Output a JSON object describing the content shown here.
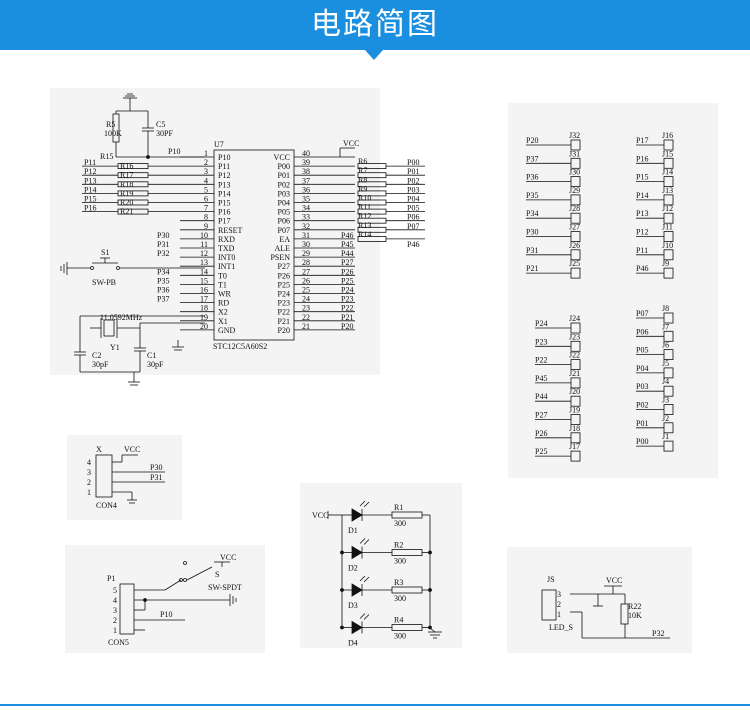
{
  "title": "电路简图",
  "colors": {
    "accent": "#1a8fe0",
    "panel": "#f4f4f4",
    "ink": "#111111"
  },
  "mcu": {
    "ref": "U7",
    "part": "STC12C5A60S2",
    "left_pins": [
      {
        "num": "1",
        "name": "P10",
        "net": "P10"
      },
      {
        "num": "2",
        "name": "P11",
        "net": "P11"
      },
      {
        "num": "3",
        "name": "P12",
        "net": "P12"
      },
      {
        "num": "4",
        "name": "P13",
        "net": "P13"
      },
      {
        "num": "5",
        "name": "P14",
        "net": "P14"
      },
      {
        "num": "6",
        "name": "P15",
        "net": "P15"
      },
      {
        "num": "7",
        "name": "P16",
        "net": "P16"
      },
      {
        "num": "8",
        "name": "P17",
        "net": "P17"
      },
      {
        "num": "9",
        "name": "RESET",
        "net": ""
      },
      {
        "num": "10",
        "name": "RXD",
        "net": "P30"
      },
      {
        "num": "11",
        "name": "TXD",
        "net": "P31"
      },
      {
        "num": "12",
        "name": "INT0",
        "net": "P32"
      },
      {
        "num": "13",
        "name": "INT1",
        "net": ""
      },
      {
        "num": "14",
        "name": "T0",
        "net": "P34"
      },
      {
        "num": "15",
        "name": "T1",
        "net": "P35"
      },
      {
        "num": "16",
        "name": "WR",
        "net": "P36"
      },
      {
        "num": "17",
        "name": "RD",
        "net": "P37"
      },
      {
        "num": "18",
        "name": "X2",
        "net": ""
      },
      {
        "num": "19",
        "name": "X1",
        "net": ""
      },
      {
        "num": "20",
        "name": "GND",
        "net": ""
      }
    ],
    "right_pins": [
      {
        "num": "40",
        "name": "VCC",
        "net": "VCC"
      },
      {
        "num": "39",
        "name": "P00",
        "net": "P00"
      },
      {
        "num": "38",
        "name": "P01",
        "net": "P01"
      },
      {
        "num": "37",
        "name": "P02",
        "net": "P02"
      },
      {
        "num": "36",
        "name": "P03",
        "net": "P03"
      },
      {
        "num": "35",
        "name": "P04",
        "net": "P04"
      },
      {
        "num": "34",
        "name": "P05",
        "net": "P05"
      },
      {
        "num": "33",
        "name": "P06",
        "net": "P06"
      },
      {
        "num": "32",
        "name": "P07",
        "net": "P07"
      },
      {
        "num": "31",
        "name": "EA",
        "net": "P46"
      },
      {
        "num": "30",
        "name": "ALE",
        "net": "P45"
      },
      {
        "num": "29",
        "name": "PSEN",
        "net": "P44"
      },
      {
        "num": "28",
        "name": "P27",
        "net": "P27"
      },
      {
        "num": "27",
        "name": "P26",
        "net": "P26"
      },
      {
        "num": "26",
        "name": "P25",
        "net": "P25"
      },
      {
        "num": "25",
        "name": "P24",
        "net": "P24"
      },
      {
        "num": "24",
        "name": "P23",
        "net": "P23"
      },
      {
        "num": "23",
        "name": "P22",
        "net": "P22"
      },
      {
        "num": "22",
        "name": "P21",
        "net": "P21"
      },
      {
        "num": "21",
        "name": "P20",
        "net": "P20"
      }
    ],
    "right_resistors": [
      "R6",
      "R7",
      "R8",
      "R9",
      "R10",
      "R11",
      "R12",
      "R13",
      "R14"
    ],
    "left_resistors": [
      "R15",
      "R16",
      "R17",
      "R18",
      "R19",
      "R20",
      "R21"
    ],
    "r15_label": "R15",
    "reset": {
      "r5": "R5",
      "r5_value": "100K",
      "c5": "C5",
      "c5_value": "30PF"
    },
    "button": {
      "ref": "S1",
      "name": "SW-PB"
    },
    "crystal": {
      "freq": "11.0592MHz",
      "ref": "Y1",
      "c2": "C2",
      "c2_value": "30pF",
      "c1": "C1",
      "c1_value": "30pF"
    }
  },
  "header_left": [
    {
      "net": "P20",
      "ref": "J32"
    },
    {
      "net": "P37",
      "ref": "J31"
    },
    {
      "net": "P36",
      "ref": "J30"
    },
    {
      "net": "P35",
      "ref": "J29"
    },
    {
      "net": "P34",
      "ref": "J28"
    },
    {
      "net": "P30",
      "ref": "J27"
    },
    {
      "net": "P31",
      "ref": "J26"
    },
    {
      "net": "P21",
      "ref": "J25"
    }
  ],
  "header_right": [
    {
      "net": "P17",
      "ref": "J16"
    },
    {
      "net": "P16",
      "ref": "J15"
    },
    {
      "net": "P15",
      "ref": "J14"
    },
    {
      "net": "P14",
      "ref": "J13"
    },
    {
      "net": "P13",
      "ref": "J12"
    },
    {
      "net": "P12",
      "ref": "J11"
    },
    {
      "net": "P11",
      "ref": "J10"
    },
    {
      "net": "P46",
      "ref": "J9"
    }
  ],
  "header_left2": [
    {
      "net": "P24",
      "ref": "J24"
    },
    {
      "net": "P23",
      "ref": "J23"
    },
    {
      "net": "P22",
      "ref": "J22"
    },
    {
      "net": "P45",
      "ref": "J21"
    },
    {
      "net": "P44",
      "ref": "J20"
    },
    {
      "net": "P27",
      "ref": "J19"
    },
    {
      "net": "P26",
      "ref": "J18"
    },
    {
      "net": "P25",
      "ref": "J17"
    }
  ],
  "header_right2": [
    {
      "net": "P07",
      "ref": "J8"
    },
    {
      "net": "P06",
      "ref": "J7"
    },
    {
      "net": "P05",
      "ref": "J6"
    },
    {
      "net": "P04",
      "ref": "J5"
    },
    {
      "net": "P03",
      "ref": "J4"
    },
    {
      "net": "P02",
      "ref": "J3"
    },
    {
      "net": "P01",
      "ref": "J2"
    },
    {
      "net": "P00",
      "ref": "J1"
    }
  ],
  "con4": {
    "ref": "X",
    "name": "CON4",
    "vcc": "VCC",
    "pins": [
      "4",
      "3",
      "2",
      "1"
    ],
    "nets": [
      "P30",
      "P31"
    ]
  },
  "con5": {
    "ref": "P1",
    "name": "CON5",
    "pins": [
      "5",
      "4",
      "3",
      "2",
      "1"
    ],
    "net": "P10",
    "switch": "S",
    "switch_name": "SW-SPDT",
    "vcc": "VCC"
  },
  "leds": {
    "vcc": "VCC",
    "items": [
      {
        "d": "D1",
        "r": "R1",
        "val": "300"
      },
      {
        "d": "D2",
        "r": "R2",
        "val": "300"
      },
      {
        "d": "D3",
        "r": "R3",
        "val": "300"
      },
      {
        "d": "D4",
        "r": "R4",
        "val": "300"
      }
    ]
  },
  "led_s": {
    "ref": "JS",
    "name": "LED_S",
    "vcc": "VCC",
    "r": "R22",
    "r_val": "10K",
    "net": "P32",
    "pins": [
      "3",
      "2",
      "1"
    ]
  }
}
